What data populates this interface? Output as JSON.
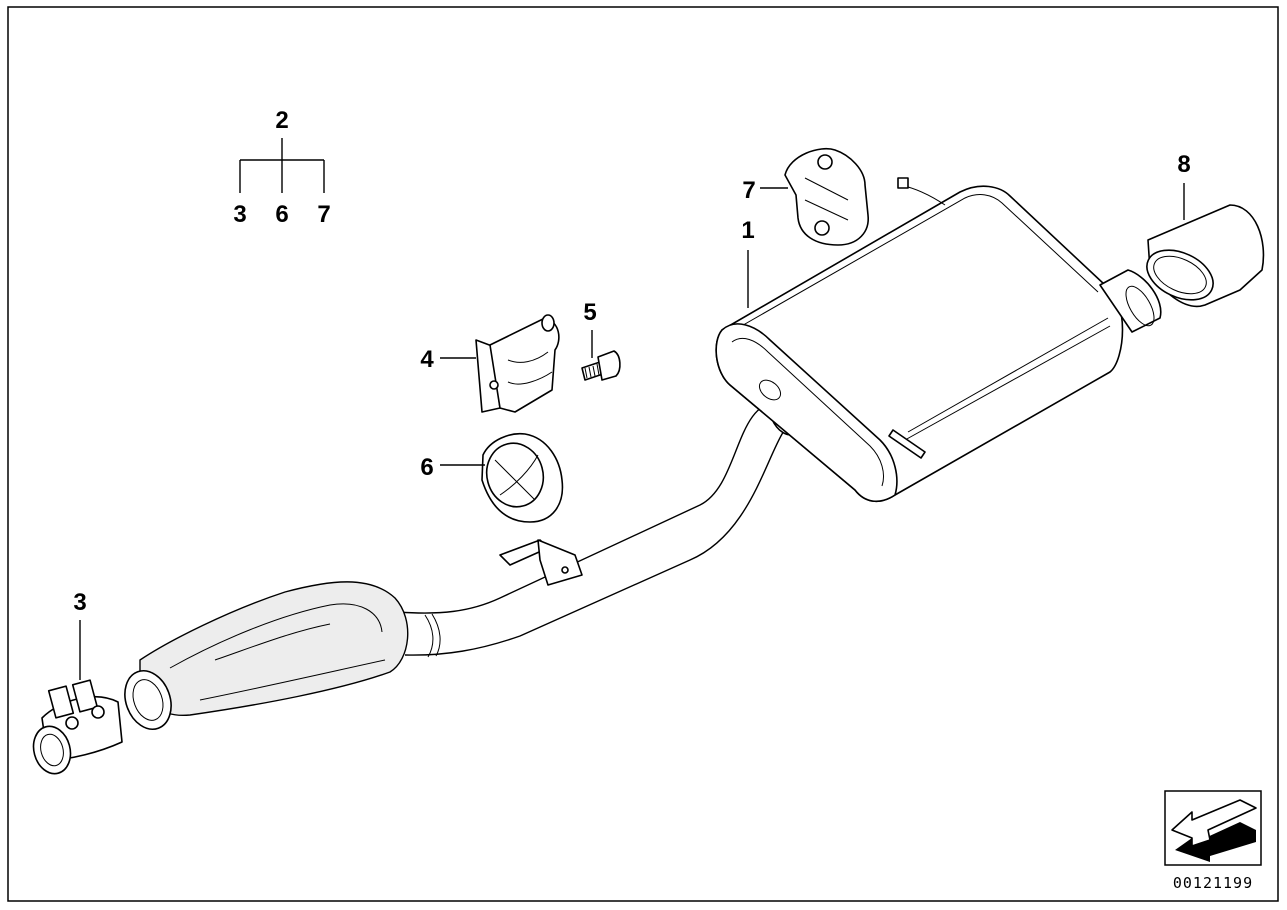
{
  "diagram": {
    "callouts": {
      "assembly": "2",
      "assembly_sub_1": "3",
      "assembly_sub_2": "6",
      "assembly_sub_3": "7",
      "rear_muffler": "1",
      "hanger_bracket": "4",
      "bolt": "5",
      "rubber_ring": "6",
      "rubber_mount": "7",
      "tail_pipe_trim": "8",
      "clamp": "3"
    },
    "reference_number": "00121199",
    "nav_icon": "arrow-back-icon"
  }
}
